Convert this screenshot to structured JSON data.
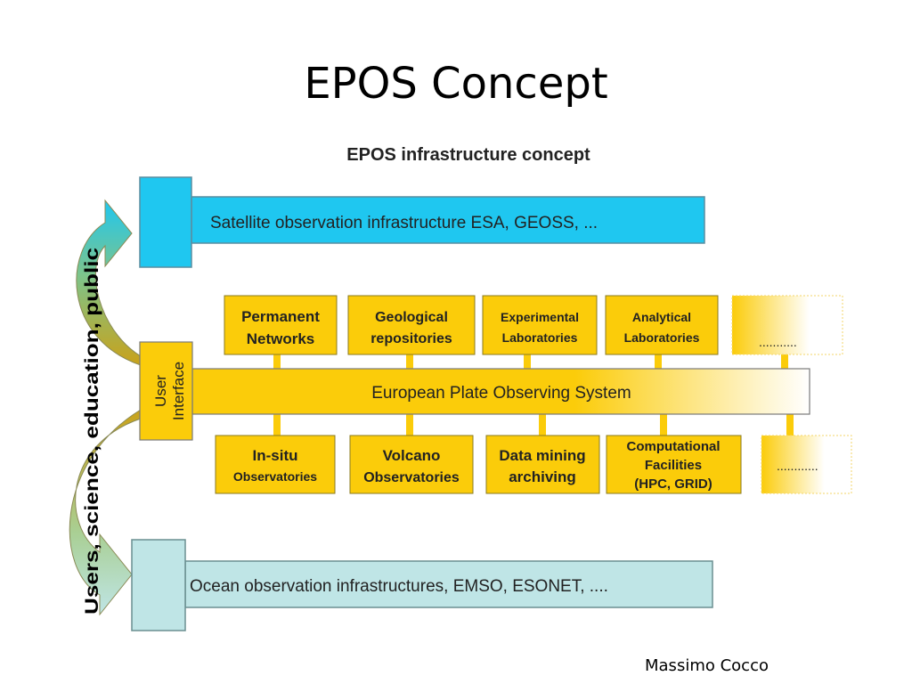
{
  "slide": {
    "title": "EPOS Concept",
    "author": "Massimo Cocco"
  },
  "diagram": {
    "heading": "EPOS infrastructure concept",
    "satellite_bar": "Satellite observation infrastructure ESA, GEOSS, ...",
    "ocean_bar": "Ocean observation infrastructures, EMSO, ESONET, ....",
    "central_bar": "European Plate Observing System",
    "user_interface": [
      "User",
      "Interface"
    ],
    "side_label": "Users, science, education, public",
    "top_boxes": [
      {
        "lines": [
          "Permanent",
          "Networks"
        ]
      },
      {
        "lines": [
          "Geological",
          "repositories"
        ]
      },
      {
        "lines": [
          "Experimental",
          "Laboratories"
        ]
      },
      {
        "lines": [
          "Analytical",
          "Laboratories"
        ]
      },
      {
        "lines": [
          "..........."
        ]
      }
    ],
    "bottom_boxes": [
      {
        "lines": [
          "In-situ",
          "Observatories"
        ]
      },
      {
        "lines": [
          "Volcano",
          "Observatories"
        ]
      },
      {
        "lines": [
          "Data mining",
          "archiving"
        ]
      },
      {
        "lines": [
          "Computational",
          "Facilities",
          "(HPC, GRID)"
        ]
      },
      {
        "lines": [
          "............"
        ]
      }
    ],
    "colors": {
      "satellite": "#1fc7f0",
      "ocean": "#bfe5e6",
      "gold": "#fbcc0a",
      "arrow_green": "#2ec4a4"
    }
  }
}
